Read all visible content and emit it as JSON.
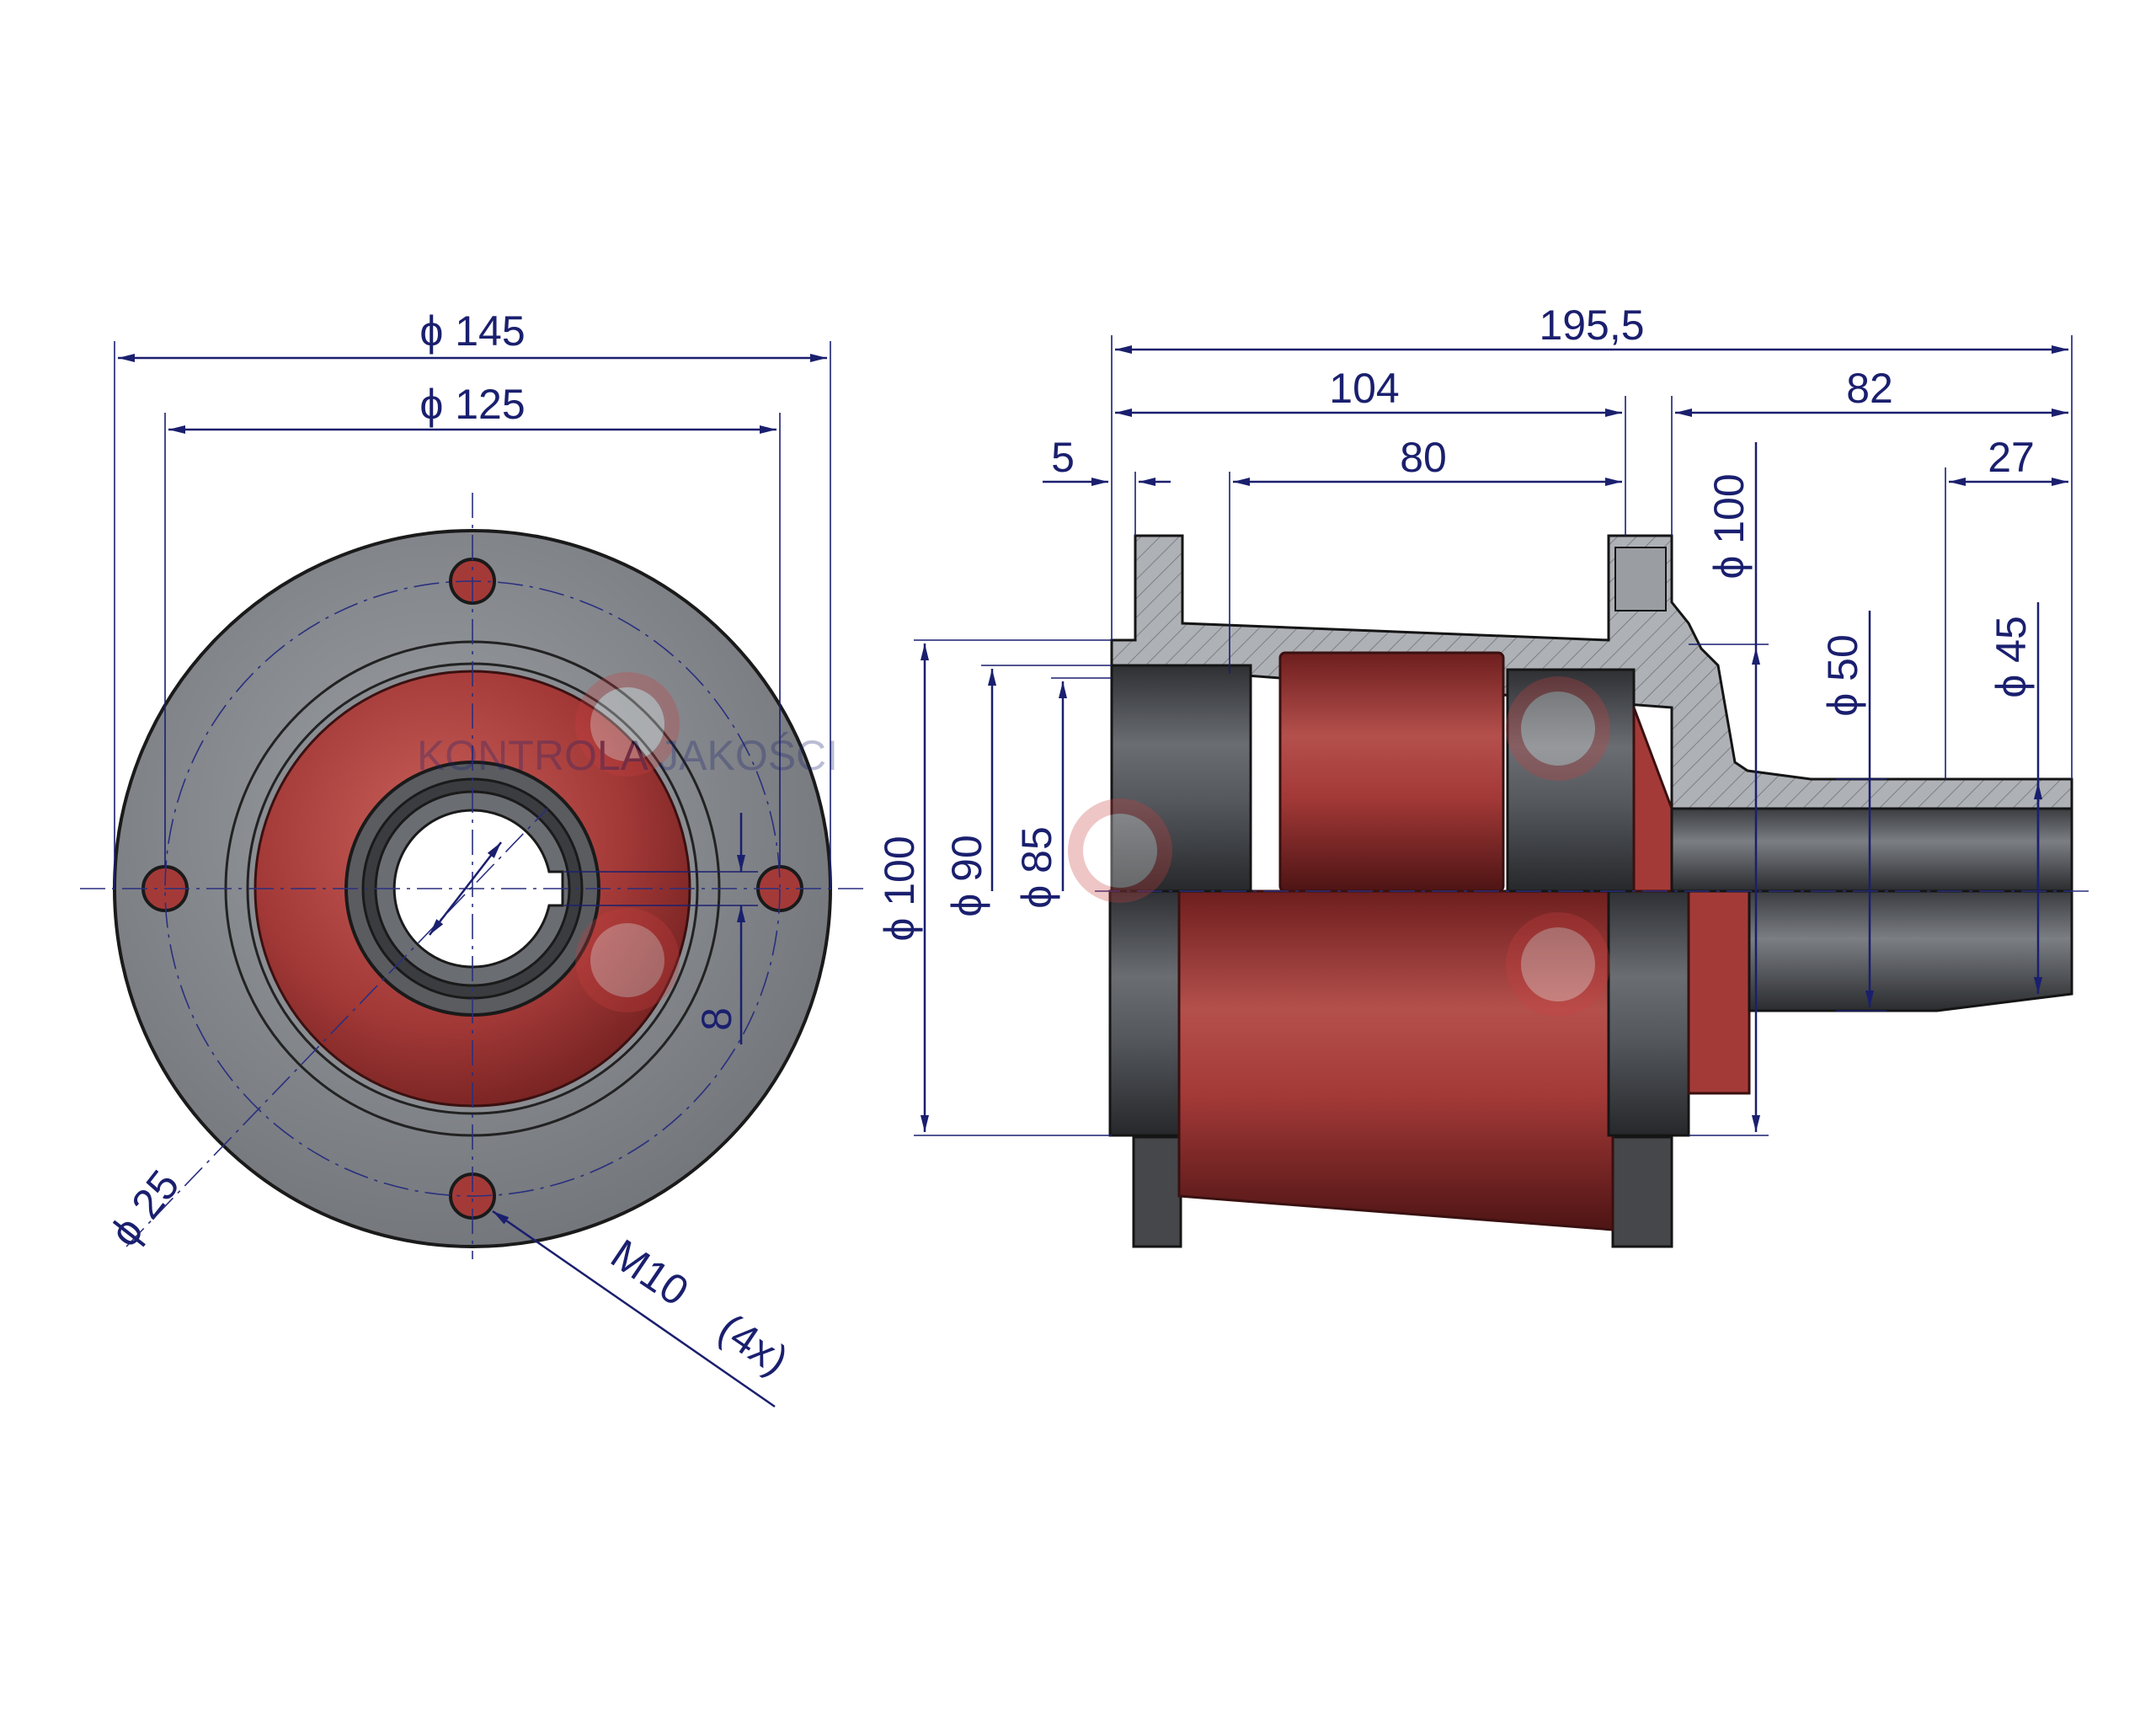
{
  "front_view": {
    "dimensions": {
      "outer_diameter": "ϕ 145",
      "bolt_circle": "ϕ 125",
      "bore": "ϕ 25",
      "key_width": "8",
      "thread": "M10",
      "thread_count": "(4x)"
    }
  },
  "side_view": {
    "dimensions": {
      "total_length": "195,5",
      "housing_length": "104",
      "shaft_length": "82",
      "flange_thickness": "5",
      "bearing_seat_length": "80",
      "spline_length": "27",
      "d100_left": "ϕ 100",
      "d90": "ϕ 90",
      "d85": "ϕ 85",
      "d100_right": "ϕ 100",
      "d50": "ϕ 50",
      "d45": "ϕ 45"
    }
  },
  "watermark": {
    "text": "KONTROLA JAKOŚCI"
  },
  "colors": {
    "dimension": "#1a1f6e",
    "body_gray": "#8e9196",
    "red_paint": "#a43a38",
    "dark_steel": "#3e4044",
    "hatch": "#aeb1b6"
  }
}
